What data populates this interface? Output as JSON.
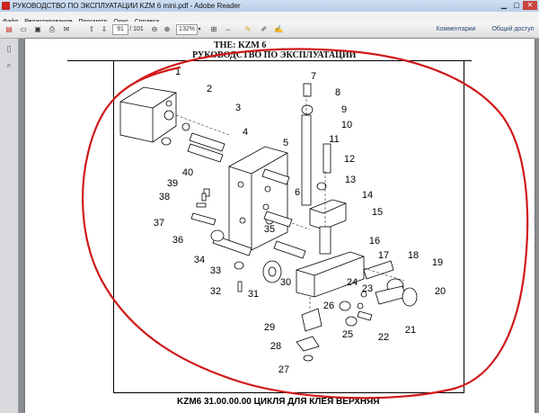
{
  "window": {
    "title": "РУКОВОДСТВО ПО ЭКСПЛУАТАЦИИ KZM 6 mini.pdf - Adobe Reader"
  },
  "menu": [
    "Файл",
    "Редактирование",
    "Просмотр",
    "Окно",
    "Справка"
  ],
  "toolbar": {
    "page_current": "91",
    "page_total": "/ 101",
    "zoom": "132%",
    "comments_label": "Комментарии",
    "share_label": "Общий доступ"
  },
  "document": {
    "header_line1": "ТНЕ:    KZM  6",
    "header_line2": "РУКОВОДСТВО ПО ЭКСПЛУАТАЦИИ",
    "caption": "KZM6 31.00.00.00 ЦИКЛЯ ДЛЯ КЛЕЯ ВЕРХНЯЯ"
  },
  "callouts": [
    "1",
    "2",
    "3",
    "4",
    "5",
    "6",
    "7",
    "8",
    "9",
    "10",
    "11",
    "12",
    "13",
    "14",
    "15",
    "16",
    "17",
    "18",
    "19",
    "20",
    "21",
    "22",
    "23",
    "24",
    "25",
    "26",
    "27",
    "28",
    "29",
    "30",
    "31",
    "32",
    "33",
    "34",
    "35",
    "36",
    "37",
    "38",
    "39",
    "40"
  ],
  "colors": {
    "annotation": "#d01818",
    "ui_accent": "#2a4a7a"
  }
}
